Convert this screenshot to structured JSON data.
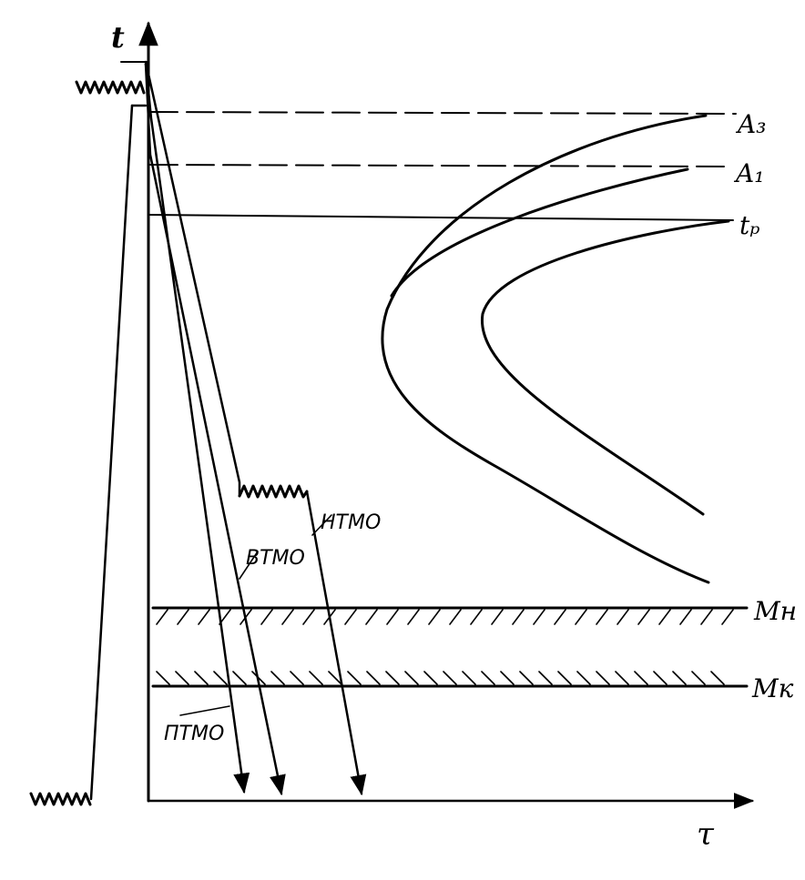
{
  "axes": {
    "temperature_symbol": "t",
    "time_symbol": "τ"
  },
  "levels": {
    "a3": "A₃",
    "a1": "A₁",
    "tp": "tₚ",
    "mn": "Mн",
    "mk": "Mк"
  },
  "treatments": {
    "ntmo": "НТМО",
    "vtmo": "ВТМО",
    "ptmo": "ПТМО"
  },
  "colors": {
    "ink": "#000000",
    "paper": "#ffffff"
  }
}
